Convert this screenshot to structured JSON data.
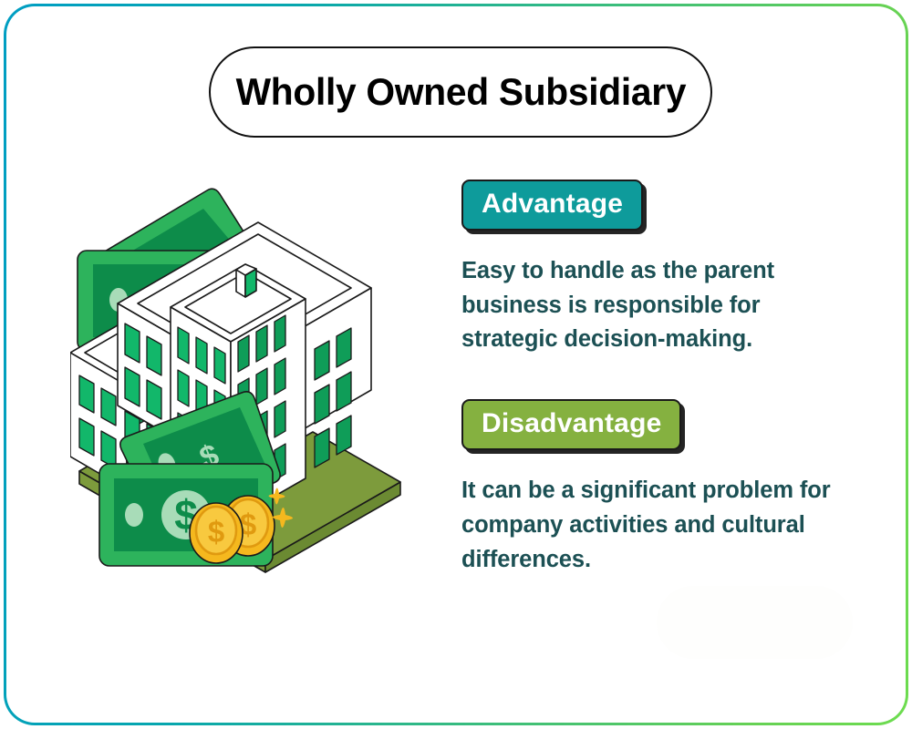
{
  "title": "Wholly Owned Subsidiary",
  "sections": [
    {
      "badge": "Advantage",
      "badge_color": "#0e9b9b",
      "text": "Easy to handle as the parent business is responsible for strategic decision-making."
    },
    {
      "badge": "Disadvantage",
      "badge_color": "#85b140",
      "text": "It can be a significant problem for company activities and cultural differences."
    }
  ],
  "illustration": {
    "name": "isometric-office-buildings-with-money",
    "elements": [
      "office-building",
      "secondary-building",
      "banknotes",
      "gold-coins",
      "sparkles"
    ],
    "colors": {
      "window_green": "#12b76a",
      "window_green_dark": "#0f9d58",
      "banknote_outer": "#2db35c",
      "banknote_inner": "#0d8c4a",
      "banknote_detail": "#a8dcb8",
      "ground_olive": "#7d9b3c",
      "coin_gold": "#f5b81e",
      "coin_gold_dark": "#e09a10",
      "building_white": "#ffffff",
      "outline": "#1a1a1a"
    }
  },
  "theme": {
    "border_gradient_start": "#009ec3",
    "border_gradient_end": "#6ddc4f",
    "text_color": "#1c5054",
    "title_color": "#000000",
    "background": "#ffffff"
  }
}
